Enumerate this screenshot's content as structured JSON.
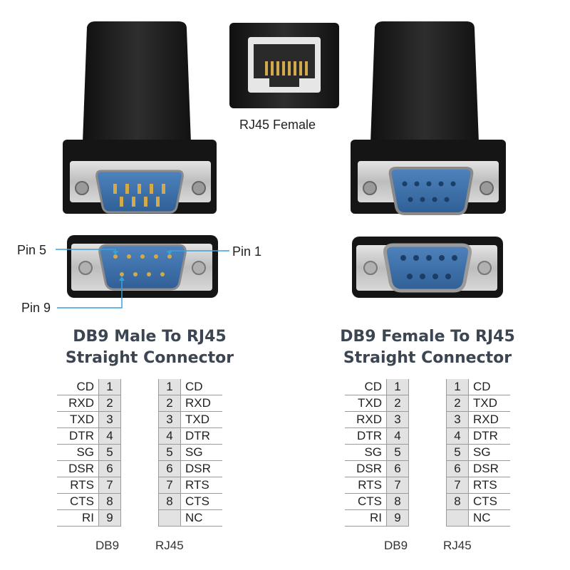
{
  "images": {
    "rj45_label": "RJ45 Female",
    "pin5_label": "Pin 5",
    "pin1_label": "Pin 1",
    "pin9_label": "Pin 9"
  },
  "colors": {
    "housing": "#1c1c1c",
    "shell": "#c9c9c9",
    "insulator": "#3d6fa8",
    "pin": "#d4a94a",
    "callout": "#3aa0d8",
    "heading": "#3b4652"
  },
  "male_section": {
    "title_line1": "DB9 Male To RJ45",
    "title_line2": "Straight Connector",
    "db9_pins": [
      {
        "name": "CD",
        "num": "1"
      },
      {
        "name": "RXD",
        "num": "2"
      },
      {
        "name": "TXD",
        "num": "3"
      },
      {
        "name": "DTR",
        "num": "4"
      },
      {
        "name": "SG",
        "num": "5"
      },
      {
        "name": "DSR",
        "num": "6"
      },
      {
        "name": "RTS",
        "num": "7"
      },
      {
        "name": "CTS",
        "num": "8"
      },
      {
        "name": "RI",
        "num": "9"
      }
    ],
    "rj45_pins": [
      {
        "num": "1",
        "name": "CD"
      },
      {
        "num": "2",
        "name": "RXD"
      },
      {
        "num": "3",
        "name": "TXD"
      },
      {
        "num": "4",
        "name": "DTR"
      },
      {
        "num": "5",
        "name": "SG"
      },
      {
        "num": "6",
        "name": "DSR"
      },
      {
        "num": "7",
        "name": "RTS"
      },
      {
        "num": "8",
        "name": "CTS"
      },
      {
        "num": "",
        "name": "NC"
      }
    ],
    "db9_footer": "DB9",
    "rj45_footer": "RJ45"
  },
  "female_section": {
    "title_line1": "DB9 Female To RJ45",
    "title_line2": "Straight Connector",
    "db9_pins": [
      {
        "name": "CD",
        "num": "1"
      },
      {
        "name": "TXD",
        "num": "2"
      },
      {
        "name": "RXD",
        "num": "3"
      },
      {
        "name": "DTR",
        "num": "4"
      },
      {
        "name": "SG",
        "num": "5"
      },
      {
        "name": "DSR",
        "num": "6"
      },
      {
        "name": "RTS",
        "num": "7"
      },
      {
        "name": "CTS",
        "num": "8"
      },
      {
        "name": "RI",
        "num": "9"
      }
    ],
    "rj45_pins": [
      {
        "num": "1",
        "name": "CD"
      },
      {
        "num": "2",
        "name": "TXD"
      },
      {
        "num": "3",
        "name": "RXD"
      },
      {
        "num": "4",
        "name": "DTR"
      },
      {
        "num": "5",
        "name": "SG"
      },
      {
        "num": "6",
        "name": "DSR"
      },
      {
        "num": "7",
        "name": "RTS"
      },
      {
        "num": "8",
        "name": "CTS"
      },
      {
        "num": "",
        "name": "NC"
      }
    ],
    "db9_footer": "DB9",
    "rj45_footer": "RJ45"
  }
}
